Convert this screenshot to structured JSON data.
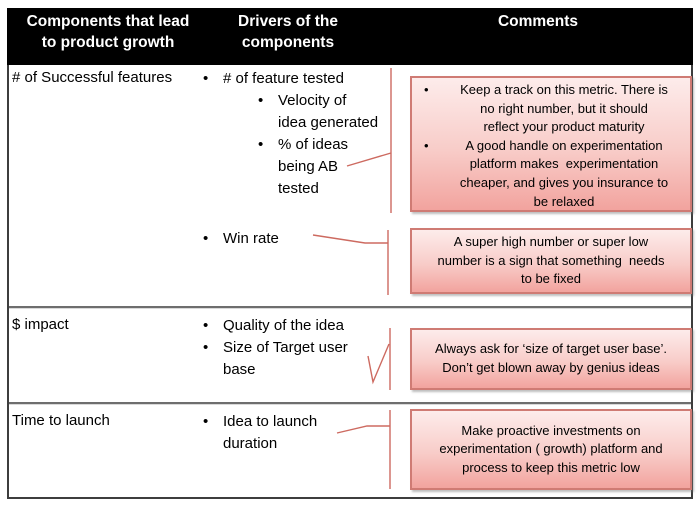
{
  "ui": {
    "bullet": "•"
  },
  "colors": {
    "header_bg": "#000000",
    "header_text": "#ffffff",
    "table_border": "#3d3d3d",
    "divider": "#6e6e6e",
    "box_border": "#cf7b74",
    "box_gradient_top": "#fdeceb",
    "box_gradient_bottom": "#f2a39e",
    "callout_line": "#cd6a60"
  },
  "table": {
    "header": {
      "col1": "Components that lead\nto product growth",
      "col2": "Drivers of the\ncomponents",
      "col3": "Comments"
    },
    "rows": [
      {
        "component": "# of Successful features",
        "drivers": [
          {
            "text": "# of feature tested"
          },
          {
            "text": "Velocity of\nidea generated"
          },
          {
            "text": "% of ideas\nbeing AB\ntested"
          },
          {
            "text": "Win rate"
          }
        ],
        "comments": {
          "box1_items": [
            "Keep a track on this metric. There is\nno right number, but it should\nreflect your product maturity",
            "A good handle on experimentation\nplatform makes  experimentation\ncheaper, and gives you insurance to\nbe relaxed"
          ],
          "box2": "A super high number or super low\nnumber is a sign that something  needs\nto be fixed"
        }
      },
      {
        "component": "$ impact",
        "drivers": [
          {
            "text": "Quality of the idea"
          },
          {
            "text": "Size of Target user\nbase"
          }
        ],
        "comments": {
          "box": "Always ask for ‘size of target user base’.\nDon’t get blown away by genius ideas"
        }
      },
      {
        "component": "Time to launch",
        "drivers": [
          {
            "text": "Idea to launch\nduration"
          }
        ],
        "comments": {
          "box": "Make proactive investments on\nexperimentation ( growth) platform and\nprocess to keep this metric low"
        }
      }
    ]
  }
}
